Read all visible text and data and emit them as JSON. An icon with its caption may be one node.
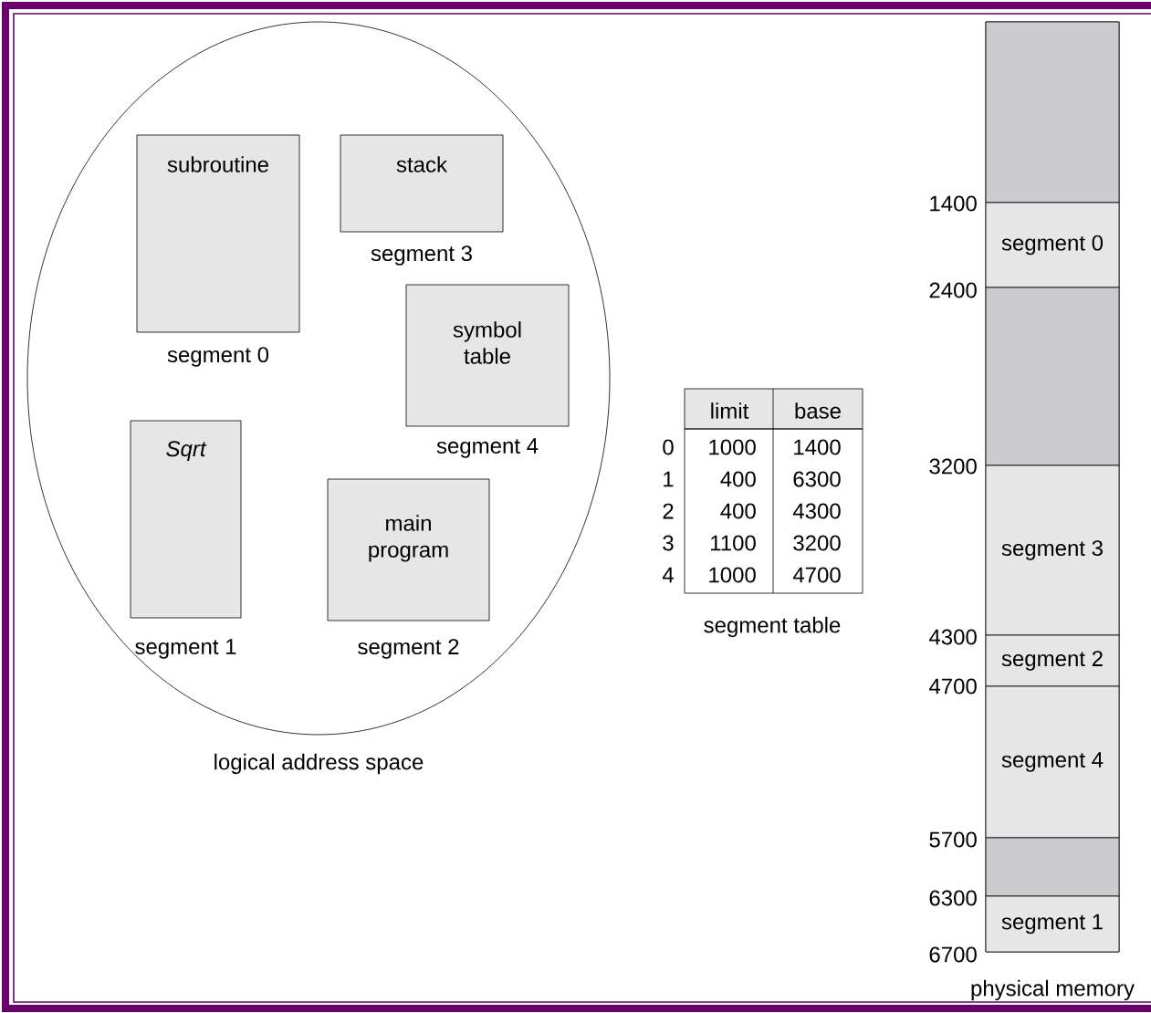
{
  "diagram": {
    "nodes": [
      {
        "text": [
          "logical address space"
        ]
      },
      {
        "text": [
          "subroutine"
        ],
        "in": 0,
        "beside": [
          "segment 0"
        ]
      },
      {
        "text": [
          "stack"
        ],
        "in": 0,
        "beside": [
          "segment 3"
        ]
      },
      {
        "text": [
          "symbol table"
        ],
        "in": 0,
        "beside": [
          "segment 4"
        ]
      },
      {
        "text": [
          "Sqrt"
        ],
        "in": 0,
        "beside": [
          "segment 1"
        ]
      },
      {
        "text": [
          "main program"
        ],
        "in": 0,
        "beside": [
          "segment 2"
        ]
      },
      {
        "text": [
          "physical memory"
        ]
      },
      {
        "text": [],
        "shape": "bar",
        "in": 6
      },
      {
        "text": [
          "segment 0"
        ],
        "in": 6
      },
      {
        "text": [],
        "shape": "bar",
        "in": 6
      },
      {
        "text": [
          "segment 3"
        ],
        "in": 6
      },
      {
        "text": [
          "segment 2"
        ],
        "in": 6
      },
      {
        "text": [
          "segment 4"
        ],
        "in": 6
      },
      {
        "text": [],
        "shape": "bar",
        "in": 6
      },
      {
        "text": [
          "segment 1"
        ],
        "in": 6
      }
    ],
    "labels": [
      "limit",
      "base",
      "0",
      "1000",
      "1400",
      "1",
      "400",
      "6300",
      "2",
      "400",
      "4300",
      "3",
      "1100",
      "3200",
      "4",
      "1000",
      "4700",
      "segment table",
      "1400",
      "2400",
      "3200",
      "4300",
      "4700",
      "5700",
      "6300",
      "6700"
    ]
  }
}
